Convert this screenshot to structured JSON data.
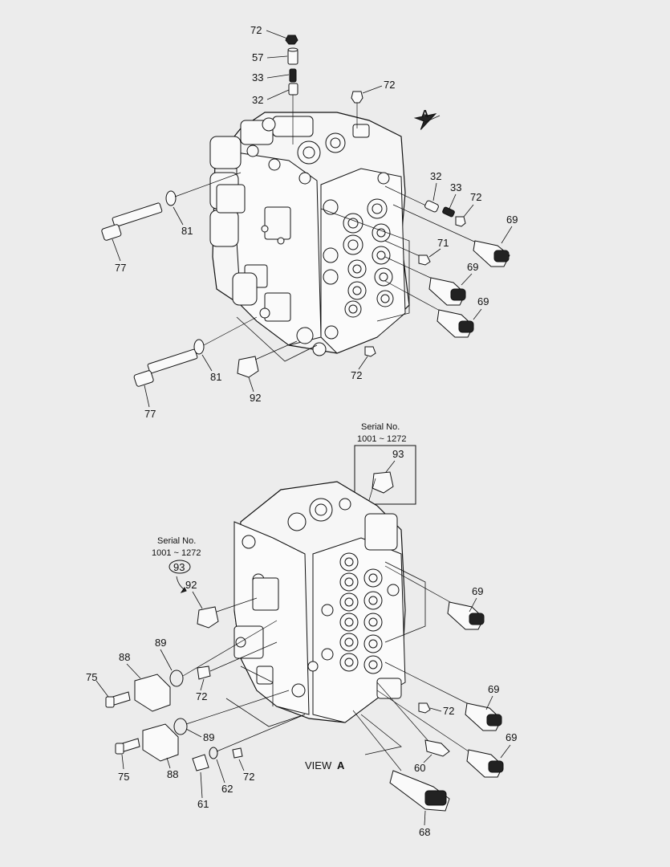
{
  "diagram": {
    "top_labels": {
      "l72a": "72",
      "l57": "57",
      "l33a": "33",
      "l32a": "32",
      "l72b": "72",
      "l32b": "32",
      "l33b": "33",
      "l72c": "72",
      "l69a": "69",
      "l71": "71",
      "l69b": "69",
      "l69c": "69",
      "l81a": "81",
      "l77a": "77",
      "l81b": "81",
      "l77b": "77",
      "l92a": "92",
      "l72d": "72",
      "arrowA": "A"
    },
    "serial_box": {
      "title": "Serial No.",
      "range": "1001 ~ 1272",
      "part": "93"
    },
    "serial_note": {
      "title": "Serial No.",
      "range": "1001 ~ 1272",
      "part": "93"
    },
    "bottom_labels": {
      "l92b": "92",
      "l69d": "69",
      "l89a": "89",
      "l88a": "88",
      "l75a": "75",
      "l72e": "72",
      "l69e": "69",
      "l72f": "72",
      "l89b": "89",
      "l69f": "69",
      "l75b": "75",
      "l88b": "88",
      "l62": "62",
      "l72g": "72",
      "l60": "60",
      "l61": "61",
      "l68": "68"
    },
    "view_label": {
      "text": "VIEW",
      "letter": "A"
    }
  }
}
